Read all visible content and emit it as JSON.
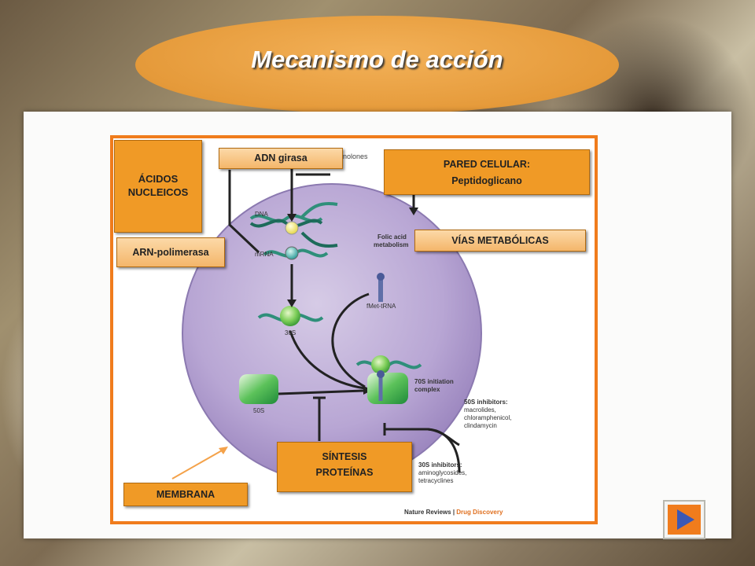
{
  "title": "Mecanismo de acción",
  "boxes": {
    "acidos_line1": "ÁCIDOS",
    "acidos_line2": "NUCLEICOS",
    "adn_girasa": "ADN girasa",
    "pared_line1": "PARED CELULAR:",
    "pared_line2": "Peptidoglicano",
    "vias": "VÍAS METABÓLICAS",
    "arn_polimerasa": "ARN-polimerasa",
    "sintesis_line1": "SÍNTESIS",
    "sintesis_line2": "PROTEÍNAS",
    "membrana": "MEMBRANA"
  },
  "figure": {
    "quinolones": "Quinolones",
    "dna": "DNA",
    "mrna": "mRNA",
    "folic_line1": "Folic acid",
    "folic_line2": "metabolism",
    "fmet": "fMet-tRNA",
    "s30": "30S",
    "s50": "50S",
    "init_line1": "70S initiation",
    "init_line2": "complex",
    "inh50_title": "50S inhibitors:",
    "inh50_1": "macrolides,",
    "inh50_2": "chloramphenicol,",
    "inh50_3": "clindamycin",
    "inh30_title": "30S inhibitors:",
    "inh30_1": "aminoglycosides,",
    "inh30_2": "tetracyclines",
    "credit_a": "Nature Reviews",
    "credit_sep": " | ",
    "credit_b": "Drug Discovery"
  },
  "colors": {
    "accent_orange": "#f07c1c",
    "box_orange": "#f09a26",
    "cell_purple": "#b8a6d4",
    "ribosome_green": "#3fae4a",
    "nav_arrow_blue": "#3b58b4"
  },
  "icons": {
    "next": "play-triangle-icon"
  }
}
